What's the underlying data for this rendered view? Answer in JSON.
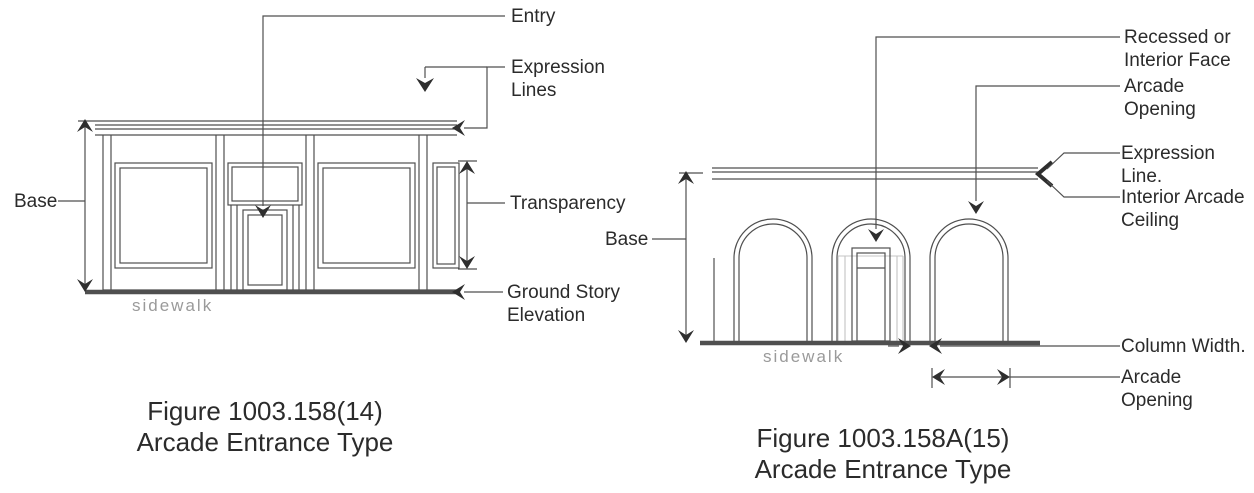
{
  "colors": {
    "line-color": "#4f4f4f",
    "arrow-color": "#2e2e2e",
    "light-line-color": "#c4c4c4",
    "text-color": "#2b2b2b",
    "muted-text-color": "#9a9a9a",
    "background-color": "#ffffff"
  },
  "left_figure": {
    "labels": {
      "entry": "Entry",
      "expression_lines": "Expression\nLines",
      "base": "Base",
      "transparency": "Transparency",
      "ground_story_elevation": "Ground Story\nElevation",
      "sidewalk": "sidewalk"
    },
    "caption": {
      "line1": "Figure 1003.158(14)",
      "line2": "Arcade Entrance Type"
    }
  },
  "right_figure": {
    "labels": {
      "recessed_or_interior_face": "Recessed or\nInterior Face",
      "arcade_opening_top": "Arcade\nOpening",
      "expression_line": "Expression\nLine.",
      "interior_arcade_ceiling": "Interior Arcade\nCeiling",
      "base": "Base",
      "column_width": "Column Width.",
      "arcade_opening_bottom": "Arcade\nOpening",
      "sidewalk": "sidewalk"
    },
    "caption": {
      "line1": "Figure 1003.158A(15)",
      "line2": "Arcade Entrance Type"
    }
  }
}
